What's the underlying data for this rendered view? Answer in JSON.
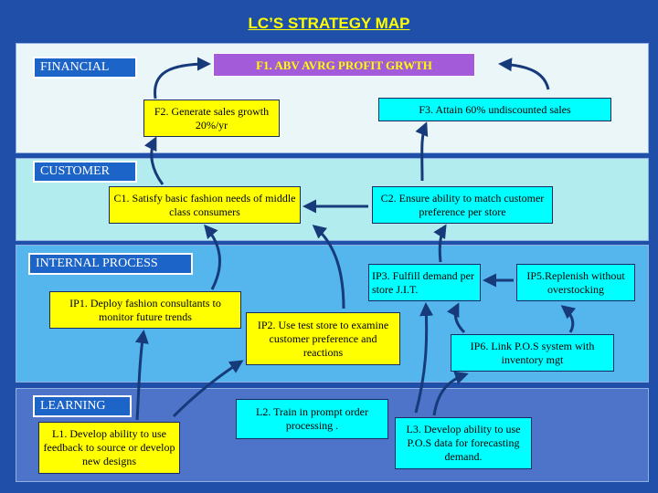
{
  "title": "LC’S STRATEGY MAP",
  "perspectives": {
    "financial": "FINANCIAL",
    "customer": "CUSTOMER",
    "internal": "INTERNAL PROCESS",
    "learning": "LEARNING"
  },
  "objectives": {
    "f1": "F1. ABV AVRG PROFIT GRWTH",
    "f2": "F2. Generate sales growth 20%/yr",
    "f3": "F3. Attain 60%  undiscounted sales",
    "c1": "C1. Satisfy basic fashion needs of middle class consumers",
    "c2": "C2. Ensure ability to match customer preference per store",
    "ip1": "IP1. Deploy fashion consultants to monitor future trends",
    "ip2": "IP2. Use test store  to examine customer preference and reactions",
    "ip3": "IP3. Fulfill demand per store J.I.T.",
    "ip5": "IP5.Replenish without overstocking",
    "ip6": "IP6. Link P.O.S system with inventory mgt",
    "l1": "L1. Develop ability to use feedback  to source or develop new designs",
    "l2": "L2. Train in prompt order processing .",
    "l3": "L3. Develop ability to use P.O.S data for forecasting demand."
  },
  "colors": {
    "background": "#1f4fa8",
    "title": "#ffff00",
    "financial_band": "#eaf6f8",
    "customer_band": "#b2ecee",
    "internal_band": "#55b6ee",
    "learning_band": "#4d74c9",
    "label": "#1d64c8",
    "objective_yellow": "#ffff00",
    "objective_cyan": "#00ffff",
    "objective_purple": "#a35bd9",
    "arrow": "#163a7a"
  }
}
